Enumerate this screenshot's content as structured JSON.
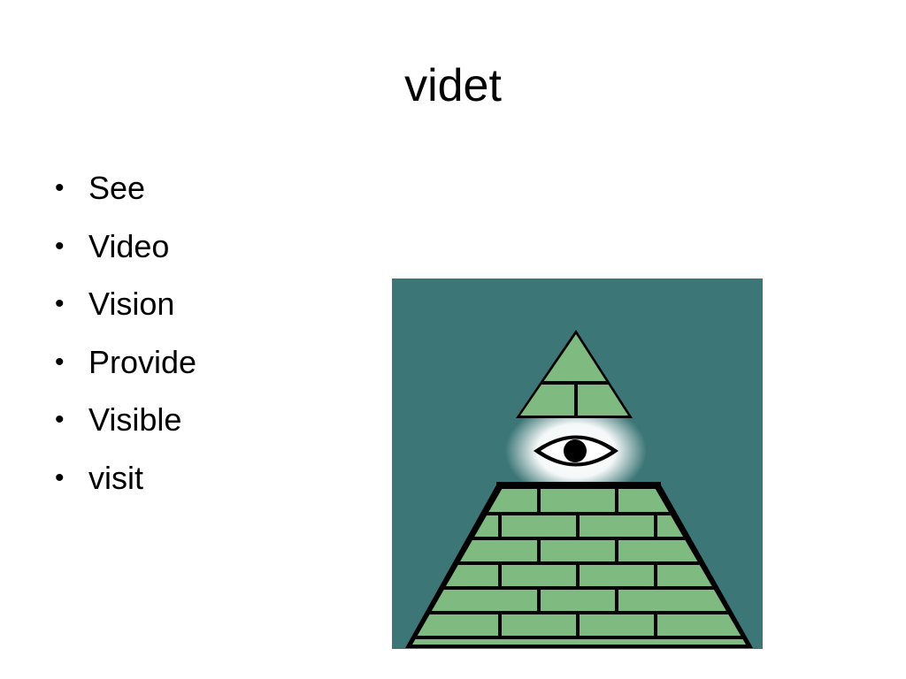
{
  "slide": {
    "title": "videt",
    "bullets": [
      "See",
      "Video",
      "Vision",
      "Provide",
      "Visible",
      "visit"
    ],
    "bullet_glyph": "•"
  },
  "picture": {
    "icon": "eye-of-providence-pyramid-icon",
    "colors": {
      "background": "#3c7676",
      "brick": "#7fbb80",
      "outline": "#000000",
      "glow": "#ffffff"
    }
  }
}
